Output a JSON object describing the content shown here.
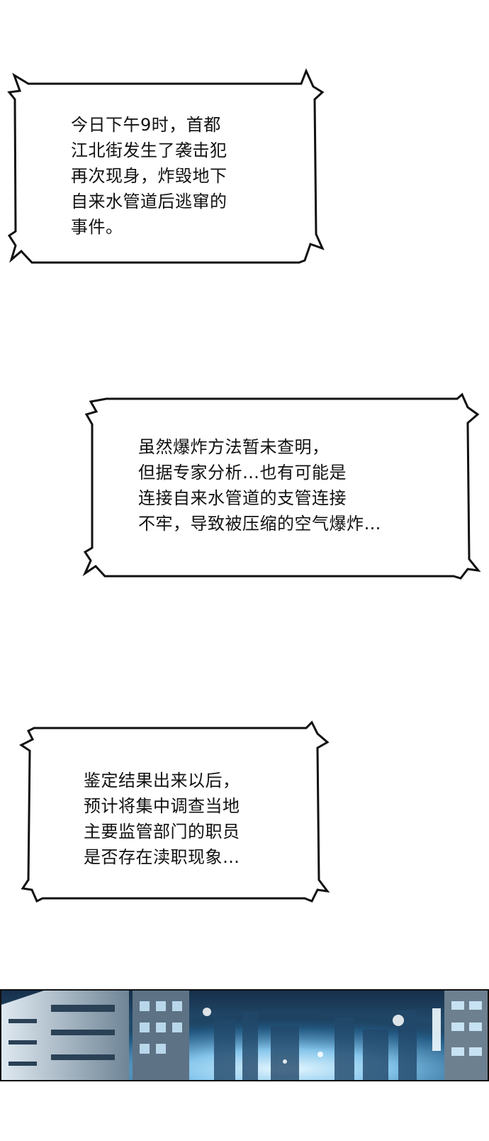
{
  "bubbles": [
    {
      "lines": [
        "今日下午9时，首都",
        "江北街发生了袭击犯",
        "再次现身，炸毁地下",
        "自来水管道后逃窜的",
        "事件。"
      ]
    },
    {
      "lines": [
        "虽然爆炸方法暂未查明，",
        "但据专家分析…也有可能是",
        "连接自来水管道的支管连接",
        "不牢，导致被压缩的空气爆炸…"
      ]
    },
    {
      "lines": [
        "鉴定结果出来以后，",
        "预计将集中调查当地",
        "主要监管部门的职员",
        "是否存在渎职现象…"
      ]
    }
  ],
  "colors": {
    "bubble_fill": "#ffffff",
    "bubble_stroke": "#111111",
    "text": "#111111",
    "night_sky": "#0c1622",
    "city_glow": "#bfe7ff"
  },
  "icons": [
    "jagged-speech-bubble-icon",
    "night-city-scene-icon"
  ]
}
